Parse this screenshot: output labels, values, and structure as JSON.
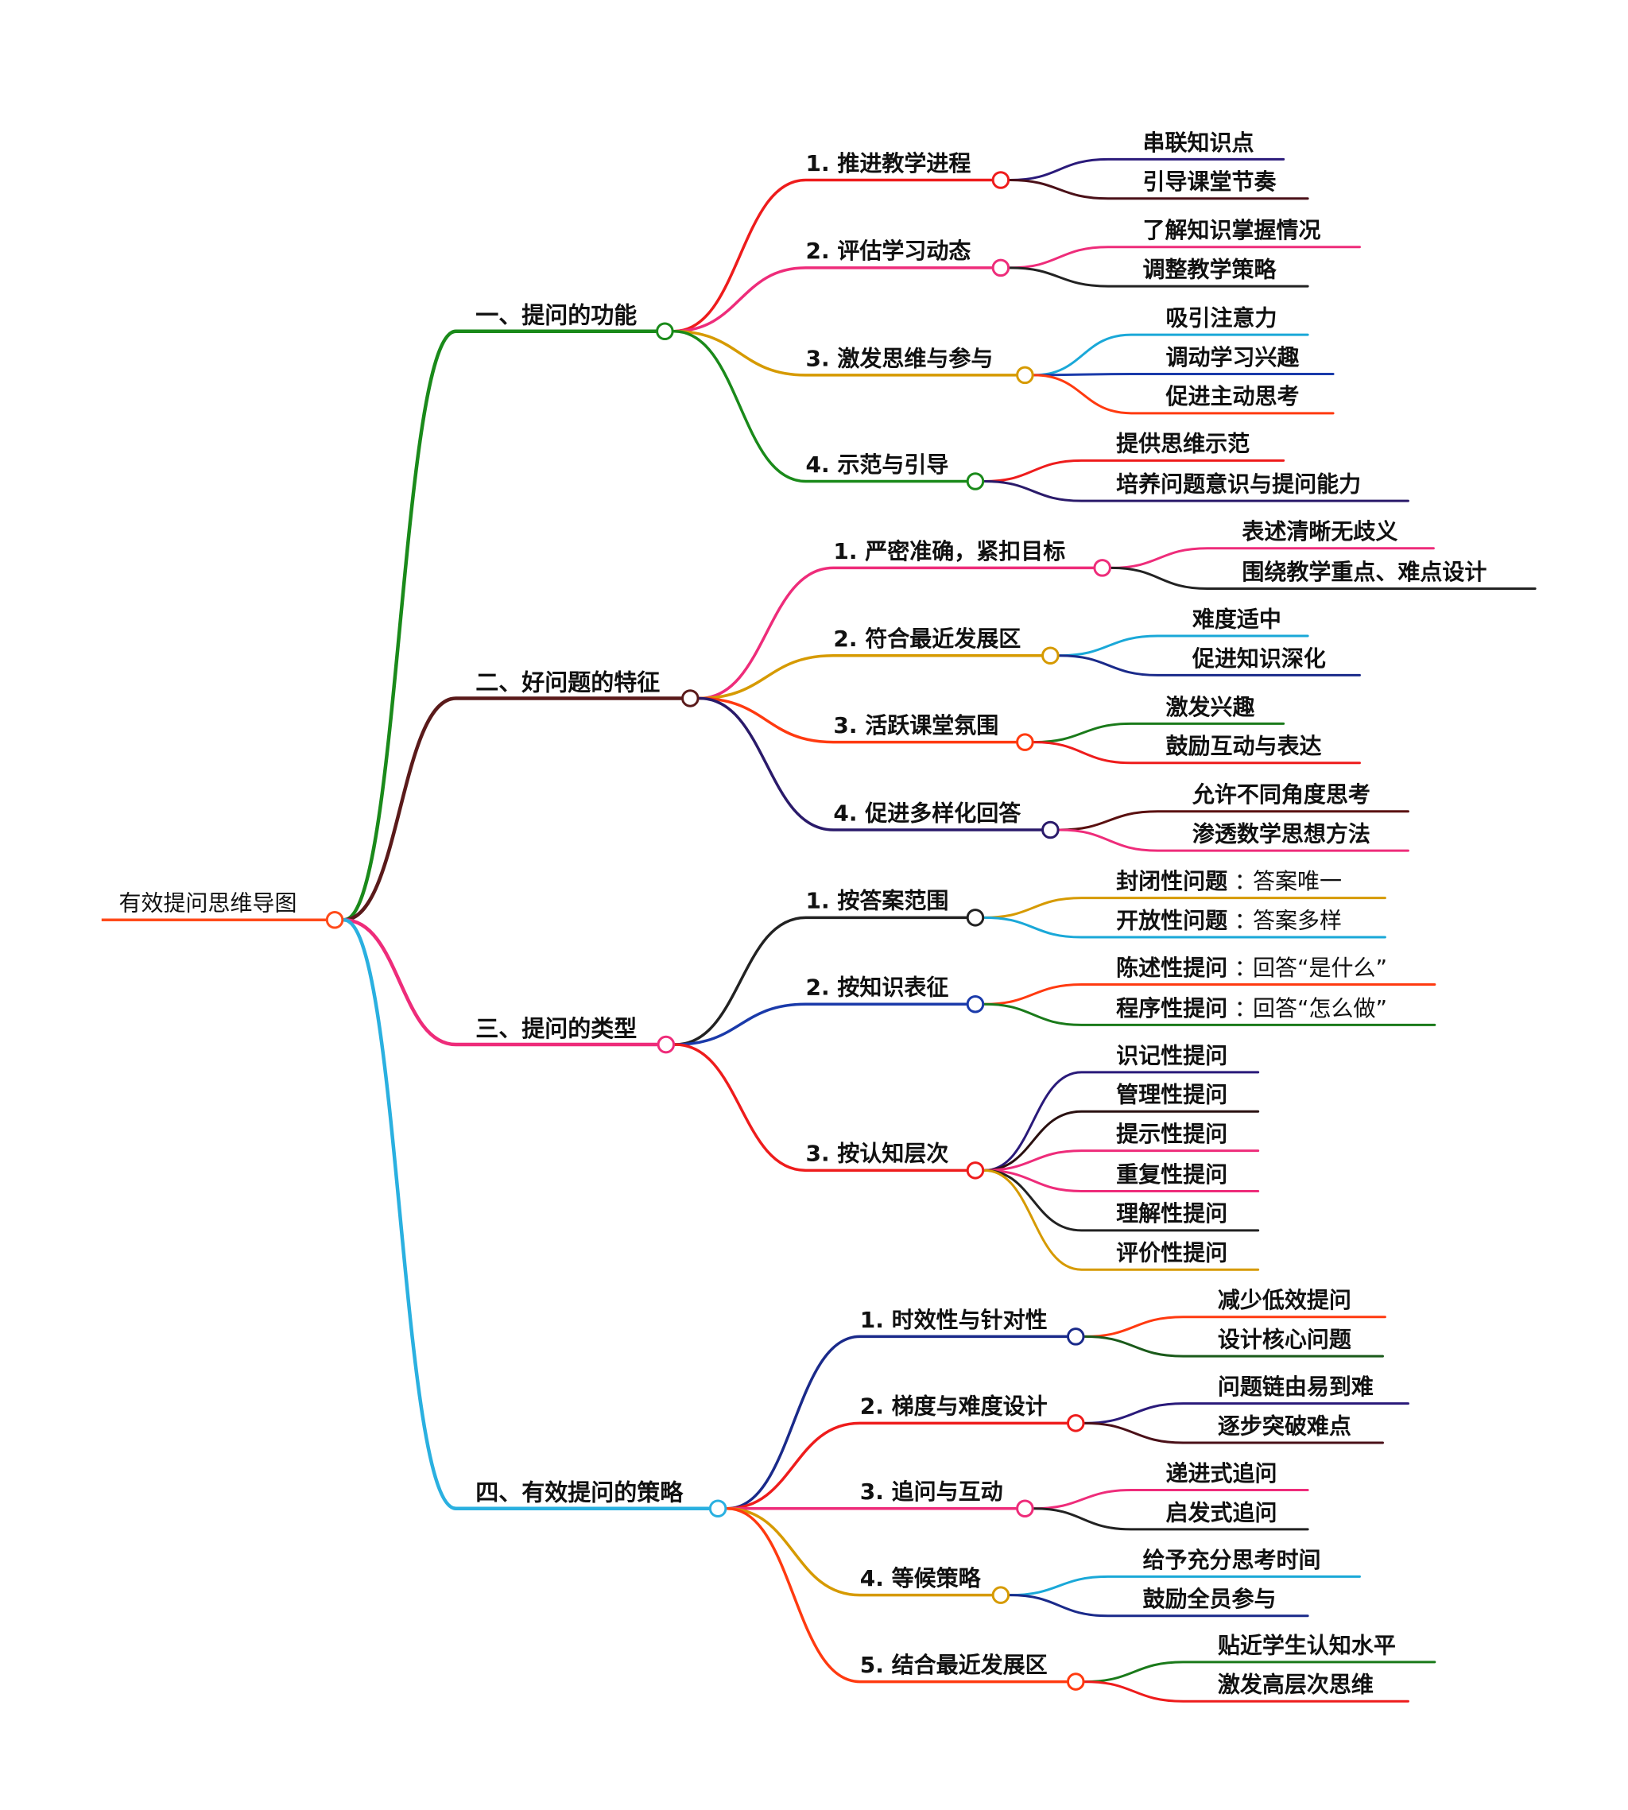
{
  "root": {
    "label": "有效提问思维导图",
    "color": "#ff4a1a"
  },
  "branches": [
    {
      "label": "一、提问的功能",
      "color": "#1a8a1a",
      "children": [
        {
          "label": "1. 推进教学进程",
          "color": "#ee1c1c",
          "leaves": [
            {
              "label": "串联知识点",
              "color": "#2a1a7a"
            },
            {
              "label": "引导课堂节奏",
              "color": "#4a1018"
            }
          ]
        },
        {
          "label": "2. 评估学习动态",
          "color": "#ee2c7a",
          "leaves": [
            {
              "label": "了解知识掌握情况",
              "color": "#ee2c7a"
            },
            {
              "label": "调整教学策略",
              "color": "#222222"
            }
          ]
        },
        {
          "label": "3. 激发思维与参与",
          "color": "#d69a00",
          "leaves": [
            {
              "label": "吸引注意力",
              "color": "#1aa8d8"
            },
            {
              "label": "调动学习兴趣",
              "color": "#1a3aaa"
            },
            {
              "label": "促进主动思考",
              "color": "#ff3a10"
            }
          ]
        },
        {
          "label": "4. 示范与引导",
          "color": "#1a8a1a",
          "leaves": [
            {
              "label": "提供思维示范",
              "color": "#ee1c1c"
            },
            {
              "label": "培养问题意识与提问能力",
              "color": "#2a1a6a"
            }
          ]
        }
      ]
    },
    {
      "label": "二、好问题的特征",
      "color": "#5a1a1a",
      "children": [
        {
          "label": "1. 严密准确，紧扣目标",
          "color": "#ee2c7a",
          "leaves": [
            {
              "label": "表述清晰无歧义",
              "color": "#ee2c7a"
            },
            {
              "label": "围绕教学重点、难点设计",
              "color": "#222222"
            }
          ]
        },
        {
          "label": "2. 符合最近发展区",
          "color": "#d69a00",
          "leaves": [
            {
              "label": "难度适中",
              "color": "#1aa8d8"
            },
            {
              "label": "促进知识深化",
              "color": "#1a2a8a"
            }
          ]
        },
        {
          "label": "3. 活跃课堂氛围",
          "color": "#ff3a10",
          "leaves": [
            {
              "label": "激发兴趣",
              "color": "#1a7a1a"
            },
            {
              "label": "鼓励互动与表达",
              "color": "#ee1c1c"
            }
          ]
        },
        {
          "label": "4. 促进多样化回答",
          "color": "#2a1a6a",
          "leaves": [
            {
              "label": "允许不同角度思考",
              "color": "#5a1010"
            },
            {
              "label": "渗透数学思想方法",
              "color": "#ee2c7a"
            }
          ]
        }
      ]
    },
    {
      "label": "三、提问的类型",
      "color": "#ee2c7a",
      "children": [
        {
          "label": "1. 按答案范围",
          "color": "#222222",
          "leaves": [
            {
              "label": "封闭性问题",
              "note": "答案唯一",
              "color": "#d69a00"
            },
            {
              "label": "开放性问题",
              "note": "答案多样",
              "color": "#1aa8d8"
            }
          ]
        },
        {
          "label": "2. 按知识表征",
          "color": "#1a3aaa",
          "leaves": [
            {
              "label": "陈述性提问",
              "note": "回答“是什么”",
              "color": "#ff3a10"
            },
            {
              "label": "程序性提问",
              "note": "回答“怎么做”",
              "color": "#1a7a1a"
            }
          ]
        },
        {
          "label": "3. 按认知层次",
          "color": "#ee1c1c",
          "leaves": [
            {
              "label": "识记性提问",
              "color": "#2a1a7a"
            },
            {
              "label": "管理性提问",
              "color": "#2a1010"
            },
            {
              "label": "提示性提问",
              "color": "#ee2c7a"
            },
            {
              "label": "重复性提问",
              "color": "#ee2c7a"
            },
            {
              "label": "理解性提问",
              "color": "#222222"
            },
            {
              "label": "评价性提问",
              "color": "#d69a00"
            }
          ]
        }
      ]
    },
    {
      "label": "四、有效提问的策略",
      "color": "#2ab0e0",
      "children": [
        {
          "label": "1. 时效性与针对性",
          "color": "#1a2a8a",
          "leaves": [
            {
              "label": "减少低效提问",
              "color": "#ff3a10"
            },
            {
              "label": "设计核心问题",
              "color": "#1a5a1a"
            }
          ]
        },
        {
          "label": "2. 梯度与难度设计",
          "color": "#ee1c1c",
          "leaves": [
            {
              "label": "问题链由易到难",
              "color": "#2a1a7a"
            },
            {
              "label": "逐步突破难点",
              "color": "#4a1018"
            }
          ]
        },
        {
          "label": "3. 追问与互动",
          "color": "#ee2c7a",
          "leaves": [
            {
              "label": "递进式追问",
              "color": "#ee2c7a"
            },
            {
              "label": "启发式追问",
              "color": "#222222"
            }
          ]
        },
        {
          "label": "4. 等候策略",
          "color": "#d69a00",
          "leaves": [
            {
              "label": "给予充分思考时间",
              "color": "#1aa8d8"
            },
            {
              "label": "鼓励全员参与",
              "color": "#1a2a8a"
            }
          ]
        },
        {
          "label": "5. 结合最近发展区",
          "color": "#ff3a10",
          "leaves": [
            {
              "label": "贴近学生认知水平",
              "color": "#1a7a1a"
            },
            {
              "label": "激发高层次思维",
              "color": "#ee1c1c"
            }
          ]
        }
      ]
    }
  ]
}
